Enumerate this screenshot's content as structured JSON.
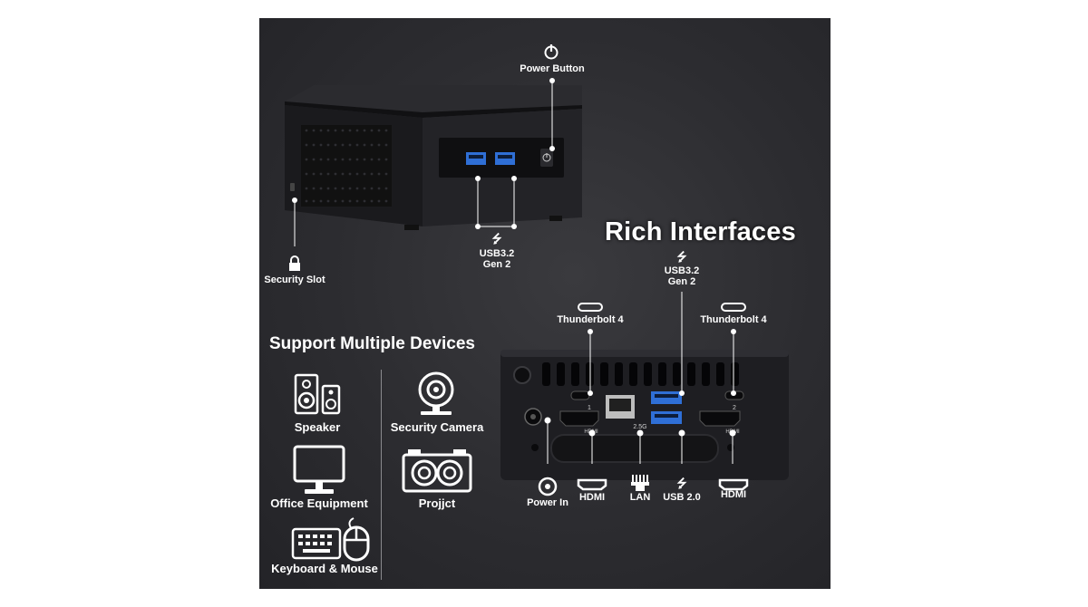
{
  "headings": {
    "rich_interfaces": "Rich Interfaces",
    "support_devices": "Support Multiple Devices"
  },
  "callouts": {
    "power_button": "Power Button",
    "security_slot": "Security Slot",
    "usb_front_line1": "USB3.2",
    "usb_front_line2": "Gen 2",
    "usb_rear_line1": "USB3.2",
    "usb_rear_line2": "Gen 2",
    "thunderbolt_left": "Thunderbolt 4",
    "thunderbolt_right": "Thunderbolt 4",
    "power_in": "Power In",
    "hdmi_left": "HDMI",
    "lan": "LAN",
    "usb2": "USB 2.0",
    "hdmi_right": "HDMI"
  },
  "devices": [
    {
      "label": "Speaker",
      "icon": "speaker-icon"
    },
    {
      "label": "Security Camera",
      "icon": "security-camera-icon"
    },
    {
      "label": "Office Equipment",
      "icon": "monitor-icon"
    },
    {
      "label": "Projjct",
      "icon": "projector-icon"
    },
    {
      "label": "Keyboard & Mouse",
      "icon": "keyboard-mouse-icon"
    }
  ],
  "port_marks": {
    "tb_left_number": "1",
    "tb_right_number": "2",
    "lan_speed": "2.5G",
    "hdmi_tag": "HDMI"
  },
  "colors": {
    "background": "#2c2c30",
    "device_body": "#1d1d20",
    "usb_blue": "#2f6fd6",
    "text": "#ffffff"
  }
}
